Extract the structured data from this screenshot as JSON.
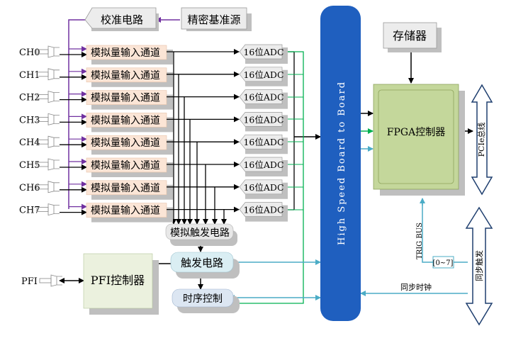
{
  "blocks": {
    "calibration": "校准电路",
    "precision_ref": "精密基准源",
    "channel_block": "模拟量输入通道",
    "adc_block": "16位ADC",
    "analog_trigger": "模拟触发电路",
    "trigger_circuit": "触发电路",
    "timing_control": "时序控制",
    "pfi_controller": "PFI控制器",
    "board_to_board": "High Speed Board to Board",
    "memory": "存储器",
    "fpga": "FPGA控制器",
    "pcie_bus": "PCIe总线",
    "sync_trigger": "同步触发",
    "trig_bus": "TRIG BUS",
    "trig_range": "[0~7]",
    "sync_clock": "同步时钟",
    "pfi_label": "PFI"
  },
  "channels": [
    "CH0",
    "CH1",
    "CH2",
    "CH3",
    "CH4",
    "CH5",
    "CH6",
    "CH7"
  ],
  "colors": {
    "purple": "#7030a0",
    "green": "#00b050",
    "teal": "#4bacc6",
    "blue_block": "#1f5fbf",
    "gray_block": "#e6e6e6",
    "channel_fill": "#fbe5d6",
    "fpga_fill": "#c4d79b",
    "pfi_fill": "#ebf1de",
    "trigger_fill": "#daeef3",
    "timing_fill": "#dce6f2"
  }
}
